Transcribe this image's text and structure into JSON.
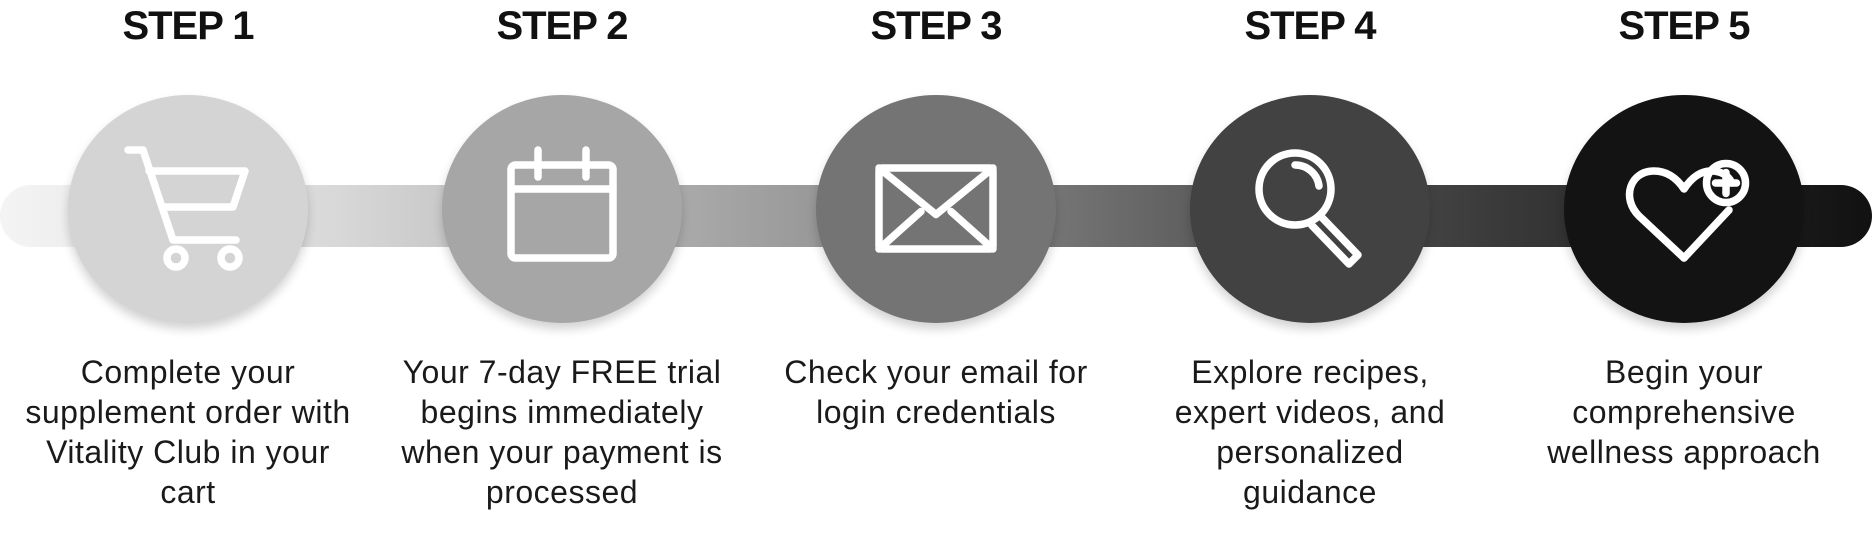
{
  "steps": [
    {
      "title": "STEP 1",
      "description": "Complete your supplement order with Vitality Club in your cart",
      "icon": "shopping-cart-icon",
      "color": "#d4d4d4"
    },
    {
      "title": "STEP 2",
      "description": "Your 7-day FREE trial begins immediately when your payment is processed",
      "icon": "calendar-icon",
      "color": "#a6a6a6"
    },
    {
      "title": "STEP 3",
      "description": "Check your email for login credentials",
      "icon": "envelope-icon",
      "color": "#747474"
    },
    {
      "title": "STEP 4",
      "description": "Explore recipes, expert videos, and personalized guidance",
      "icon": "magnifier-icon",
      "color": "#424242"
    },
    {
      "title": "STEP 5",
      "description": "Begin your comprehensive wellness approach",
      "icon": "heart-plus-icon",
      "color": "#131313"
    }
  ],
  "colors": {
    "icon_stroke": "#ffffff",
    "text": "#111111"
  }
}
